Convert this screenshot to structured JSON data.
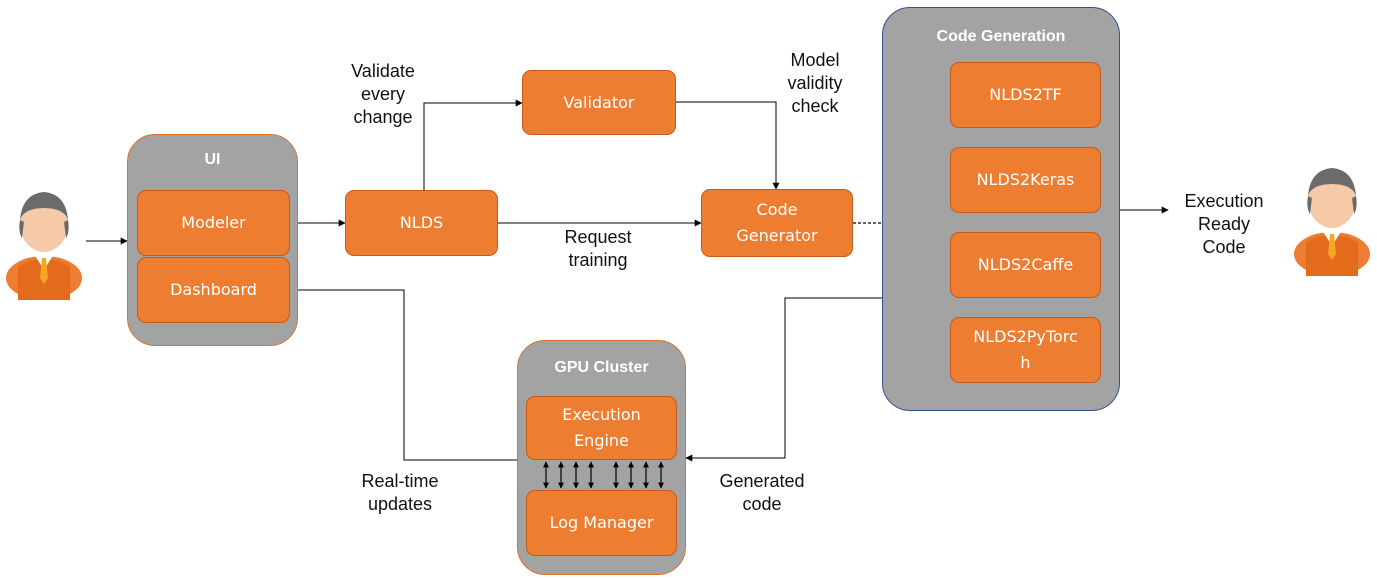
{
  "containers": {
    "ui": "UI",
    "code_generation": "Code Generation",
    "gpu_cluster": "GPU Cluster"
  },
  "boxes": {
    "modeler": "Modeler",
    "dashboard": "Dashboard",
    "nlds": "NLDS",
    "validator": "Validator",
    "code_generator": "Code\nGenerator",
    "nlds2tf": "NLDS2TF",
    "nlds2keras": "NLDS2Keras",
    "nlds2caffe": "NLDS2Caffe",
    "nlds2pytorch": "NLDS2PyTorc\nh",
    "execution_engine": "Execution\nEngine",
    "log_manager": "Log Manager"
  },
  "labels": {
    "validate_every_change": "Validate\nevery\nchange",
    "model_validity_check": "Model\nvalidity\ncheck",
    "request_training": "Request\ntraining",
    "execution_ready_code": "Execution\nReady\nCode",
    "real_time_updates": "Real-time\nupdates",
    "generated_code": "Generated\ncode"
  },
  "colors": {
    "box_fill": "#ed7d31",
    "container_fill": "#a3a3a3",
    "code_generation_border": "#2f528f",
    "arrow": "#000000"
  }
}
